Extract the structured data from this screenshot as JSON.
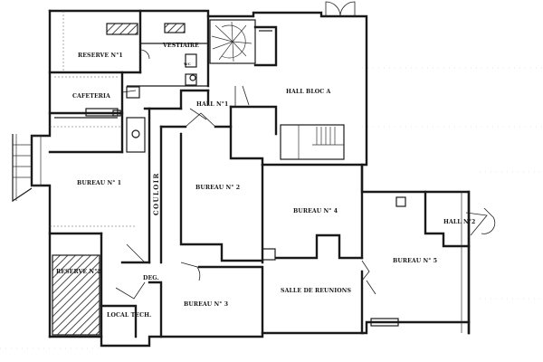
{
  "rooms": {
    "reserve1": "RESERVE N°1",
    "vestiaire": "VESTIAIRE",
    "cafeteria": "CAFETERIA",
    "hall1": "HALL N°1",
    "hall_bloc_a": "HALL BLOC A",
    "bureau1": "BUREAU N° 1",
    "couloir": "COULOIR",
    "bureau2": "BUREAU N° 2",
    "bureau4": "BUREAU N° 4",
    "hall2": "HALL N°2",
    "bureau5": "BUREAU N° 5",
    "reserve2": "RESERVE N°2",
    "deg": "DEG.",
    "bureau3": "BUREAU N° 3",
    "salle_reunions": "SALLE DE REUNIONS",
    "local_tech": "LOCAL TECH."
  },
  "fixtures": {
    "wc_mark": "WC"
  }
}
